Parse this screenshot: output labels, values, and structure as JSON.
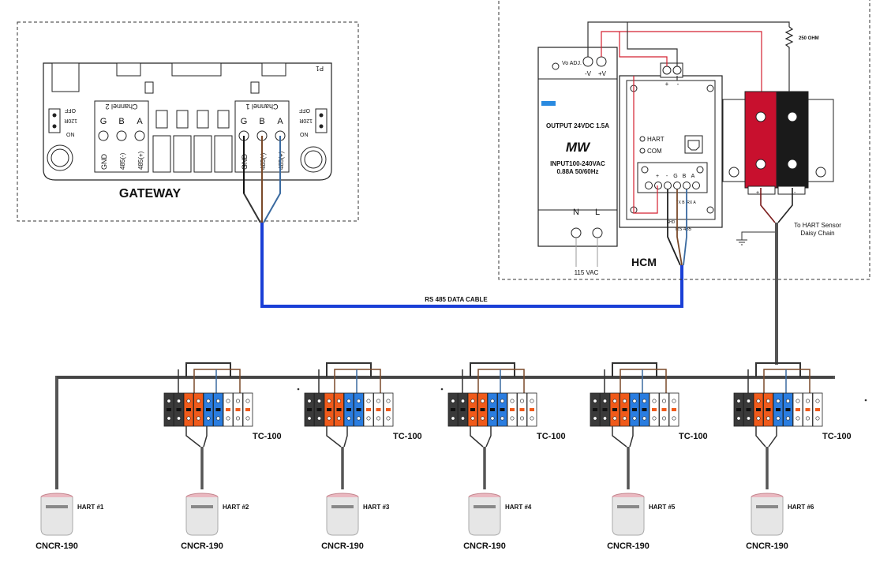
{
  "gateway": {
    "title": "GATEWAY",
    "port_label": "P1",
    "channels": [
      {
        "label": "Channel 2",
        "terms": [
          "G",
          "B",
          "A"
        ],
        "wires": [
          "GND",
          "485(-)",
          "485(+)"
        ]
      },
      {
        "label": "Channel 1",
        "terms": [
          "G",
          "B",
          "A"
        ],
        "wires": [
          "GND",
          "485(-)",
          "485(+)"
        ]
      }
    ],
    "switch": {
      "off": "OFF",
      "r": "120R",
      "on": "ON"
    }
  },
  "power_supply": {
    "vo_adj": "Vo ADJ.",
    "minus_v": "-V",
    "plus_v": "+V",
    "output": "OUTPUT 24VDC 1.5A",
    "brand": "MW",
    "input_line1": "INPUT100-240VAC",
    "input_line2": "0.88A 50/60Hz",
    "n": "N",
    "l": "L",
    "ac_label": "115 VAC"
  },
  "hcm": {
    "title": "HCM",
    "plus": "+",
    "minus": "-",
    "hart": "HART",
    "com": "COM",
    "terms": [
      "+",
      "-",
      "G",
      "B",
      "A"
    ],
    "sub_labels": [
      "SHD",
      "TX B",
      "RX A"
    ],
    "rs485": "RS 485"
  },
  "resistor": "250 OHM",
  "daisy": {
    "line1": "To HART Sensor",
    "line2": "Daisy Chain"
  },
  "cable_label": "RS 485 DATA CABLE",
  "sensors": [
    {
      "hart": "HART #1",
      "model": "CNCR-190"
    },
    {
      "hart": "HART #2",
      "model": "CNCR-190"
    },
    {
      "hart": "HART #3",
      "model": "CNCR-190"
    },
    {
      "hart": "HART #4",
      "model": "CNCR-190"
    },
    {
      "hart": "HART #5",
      "model": "CNCR-190"
    },
    {
      "hart": "HART #6",
      "model": "CNCR-190"
    }
  ],
  "terminal_block": "TC-100",
  "colors": {
    "cable": "#1a3fd6",
    "red_wire": "#d42030",
    "black": "#1a1a1a",
    "orange": "#f05a1a",
    "blue_term": "#2a7de0"
  }
}
